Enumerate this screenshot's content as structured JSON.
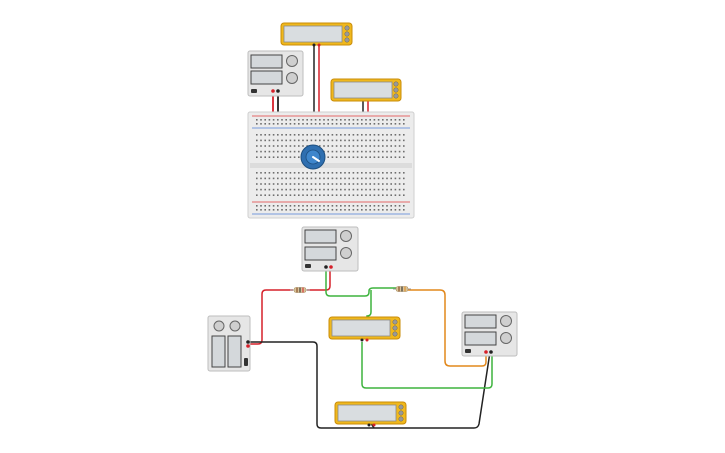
{
  "canvas": {
    "background": "#ffffff"
  },
  "colors": {
    "multimeter_body": "#f0b81c",
    "multimeter_border": "#c98c0a",
    "multimeter_screen": "#d9dde0",
    "supply_body": "#e6e6e6",
    "supply_border": "#bdbdbd",
    "supply_display": "#d4d8db",
    "breadboard": "#ececec",
    "rail_red": "#e03c3c",
    "rail_blue": "#4f7fd6",
    "pot_body": "#2f6fb0",
    "wire_red": "#d6202a",
    "wire_black": "#222222",
    "wire_green": "#3db33d",
    "wire_orange": "#e2881c",
    "resistor_body": "#d8c39a"
  },
  "components": {
    "multimeters": [
      "multimeter-top",
      "multimeter-right-of-board",
      "multimeter-middle",
      "multimeter-bottom"
    ],
    "power_supplies": [
      "power-supply-top",
      "power-supply-middle",
      "power-supply-right",
      "battery-pack-left"
    ],
    "breadboard": "breadboard",
    "potentiometer": "potentiometer-knob",
    "resistors": [
      "resistor-left",
      "resistor-right"
    ]
  },
  "wires": [
    "red",
    "black",
    "green",
    "orange"
  ]
}
